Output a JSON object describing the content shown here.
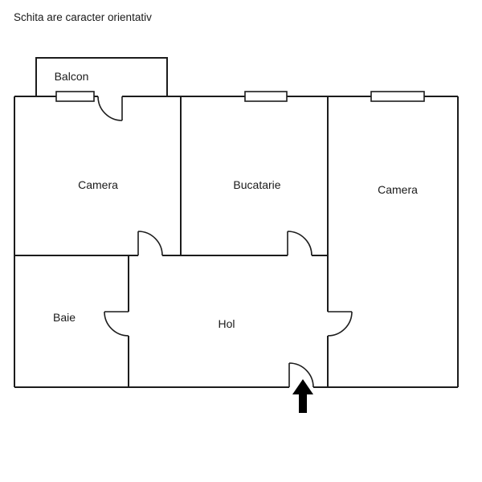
{
  "title": "Schita are caracter orientativ",
  "floorplan": {
    "balcony_label": "Balcon",
    "rooms": [
      {
        "label": "Camera"
      },
      {
        "label": "Bucatarie"
      },
      {
        "label": "Camera"
      },
      {
        "label": "Baie"
      },
      {
        "label": "Hol"
      }
    ],
    "entrance": "entrance-arrow"
  }
}
